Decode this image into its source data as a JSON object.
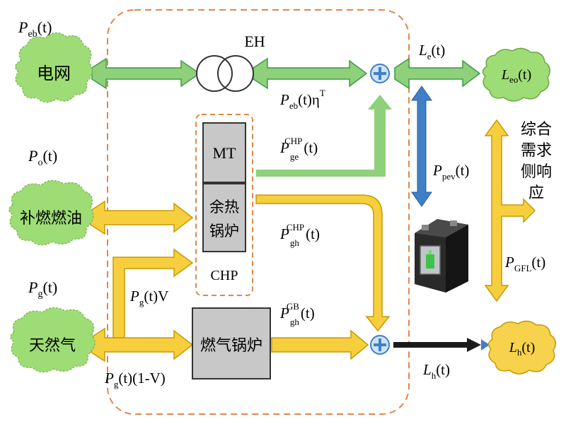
{
  "colors": {
    "electric_flow": "#8fd07a",
    "electric_flow_stroke": "#3f9a4a",
    "heat_flow": "#f7cf3e",
    "heat_flow_stroke": "#c79a00",
    "storage_flow": "#3f7fc7",
    "hub_border": "#e0874a",
    "cloud_green": "#9edc75",
    "cloud_yellow": "#f7d24c",
    "device_gray": "#c8c8c8"
  },
  "hub": {
    "label": "EH"
  },
  "inputs": {
    "grid": {
      "label": "电网",
      "p_label": "P",
      "p_sub": "eb",
      "p_arg": "(t)"
    },
    "oil": {
      "label": "补燃燃油",
      "p_label": "P",
      "p_sub": "o",
      "p_arg": "(t)"
    },
    "gas": {
      "label": "天然气",
      "p_label": "P",
      "p_sub": "g",
      "p_arg": "(t)"
    }
  },
  "devices": {
    "mt": "MT",
    "waste_heat_boiler": [
      "余热",
      "锅炉"
    ],
    "chp": "CHP",
    "gas_boiler": "燃气锅炉"
  },
  "flows": {
    "transformer_out": {
      "p": "P",
      "sub": "eb",
      "tail": "(t)η",
      "sup": "T"
    },
    "chp_elec": {
      "p": "P",
      "sub": "ge",
      "sup": "CHP",
      "tail": "(t)"
    },
    "chp_heat": {
      "p": "P",
      "sub": "gh",
      "sup": "CHP",
      "tail": "(t)"
    },
    "gb_heat": {
      "p": "P",
      "sub": "gh",
      "sup": "GB",
      "tail": "(t)"
    },
    "gas_to_chp": {
      "p": "P",
      "sub": "g",
      "tail": "(t)V"
    },
    "gas_to_gb": {
      "p": "P",
      "sub": "g",
      "tail": "(t)(1-V)"
    },
    "elec_load_flow": {
      "p": "L",
      "sub": "e",
      "tail": "(t)"
    },
    "heat_load_flow": {
      "p": "L",
      "sub": "h",
      "tail": "(t)"
    },
    "ev": {
      "p": "P",
      "sub": "pev",
      "tail": "(t)"
    },
    "flex": {
      "p": "P",
      "sub": "GFL",
      "tail": "(t)"
    }
  },
  "loads": {
    "electric": {
      "p": "L",
      "sub": "eo",
      "tail": "(t)"
    },
    "heat": {
      "p": "L",
      "sub": "h",
      "tail": "(t)"
    }
  },
  "demand_response": [
    "综合",
    "需求",
    "侧响",
    "应"
  ]
}
